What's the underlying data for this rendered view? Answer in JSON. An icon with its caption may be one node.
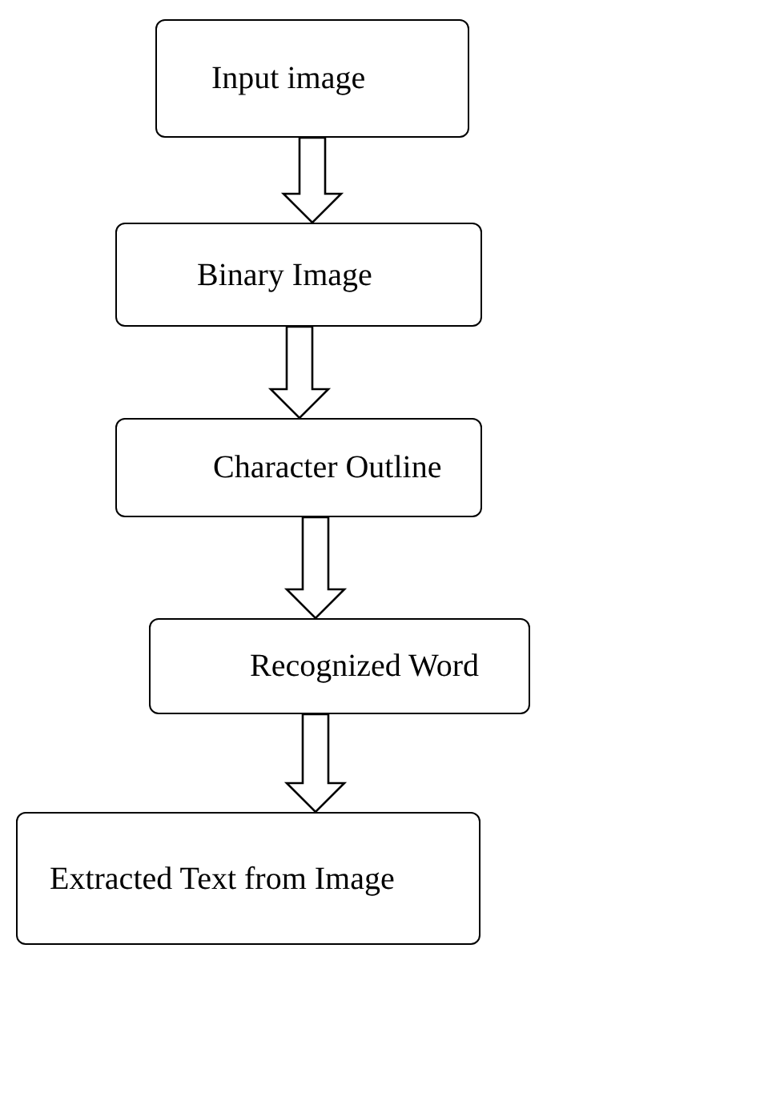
{
  "diagram": {
    "nodes": [
      {
        "text": [
          "Input image"
        ]
      },
      {
        "text": [
          "Binary Image"
        ]
      },
      {
        "text": [
          "Character Outline"
        ]
      },
      {
        "text": [
          "Recognized Word"
        ]
      },
      {
        "text": [
          "Extracted Text from Image"
        ]
      }
    ],
    "edges": [
      {
        "from": 0,
        "to": 1,
        "arrow": "to"
      },
      {
        "from": 1,
        "to": 2,
        "arrow": "to"
      },
      {
        "from": 2,
        "to": 3,
        "arrow": "to"
      },
      {
        "from": 3,
        "to": 4,
        "arrow": "to"
      }
    ]
  }
}
